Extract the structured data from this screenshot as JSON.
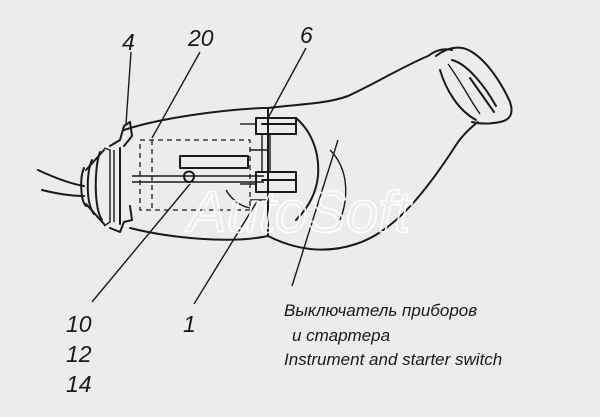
{
  "callouts": {
    "c4": "4",
    "c20": "20",
    "c6": "6",
    "c10": "10",
    "c12": "12",
    "c14": "14",
    "c1": "1"
  },
  "caption": {
    "line1": "Выключатель приборов",
    "line2": "и стартера",
    "line3": "Instrument and starter switch"
  },
  "watermark": "AutoSoft"
}
